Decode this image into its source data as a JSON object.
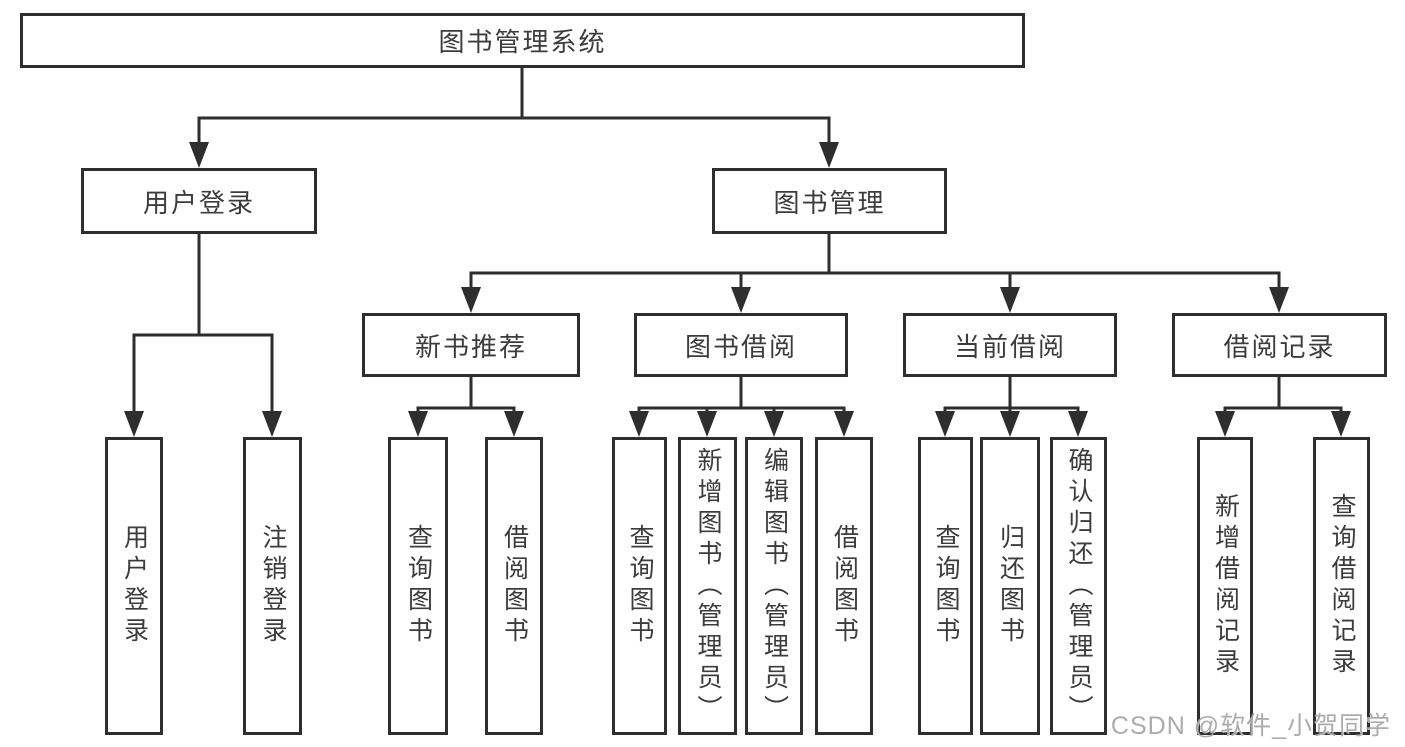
{
  "diagram": {
    "root": {
      "label": "图书管理系统"
    },
    "level2": [
      {
        "label": "用户登录",
        "children": [
          {
            "label": "用户登录"
          },
          {
            "label": "注销登录"
          }
        ]
      },
      {
        "label": "图书管理",
        "children": [
          {
            "label": "新书推荐",
            "children": [
              {
                "label": "查询图书"
              },
              {
                "label": "借阅图书"
              }
            ]
          },
          {
            "label": "图书借阅",
            "children": [
              {
                "label": "查询图书"
              },
              {
                "label": "新增图书（管理员）"
              },
              {
                "label": "编辑图书（管理员）"
              },
              {
                "label": "借阅图书"
              }
            ]
          },
          {
            "label": "当前借阅",
            "children": [
              {
                "label": "查询图书"
              },
              {
                "label": "归还图书"
              },
              {
                "label": "确认归还（管理员）"
              }
            ]
          },
          {
            "label": "借阅记录",
            "children": [
              {
                "label": "新增借阅记录"
              },
              {
                "label": "查询借阅记录"
              }
            ]
          }
        ]
      }
    ]
  },
  "colors": {
    "line": "#2e2e2e",
    "text": "#3c3c3c",
    "watermark": "#a8a8a8"
  },
  "watermark": {
    "text": "CSDN @软件_小贺同学"
  }
}
